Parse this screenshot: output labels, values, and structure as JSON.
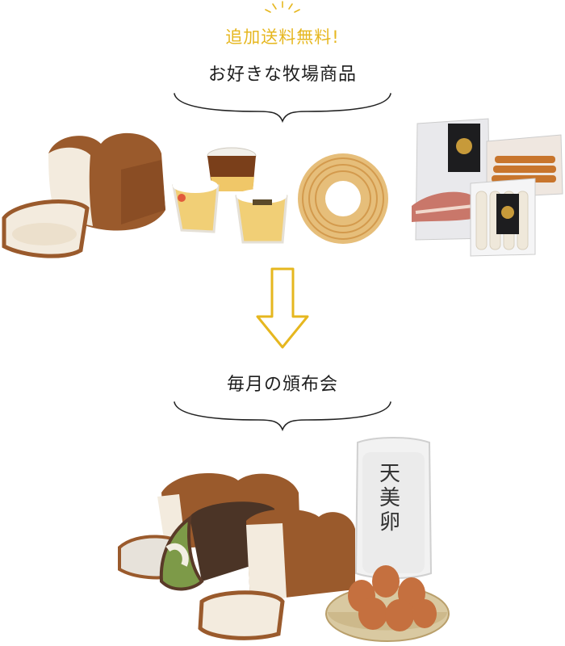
{
  "header": {
    "free_shipping": "追加送料無料!",
    "choice_label": "お好きな牧場商品"
  },
  "middle": {
    "subscription_label": "毎月の頒布会"
  },
  "egg_pack": {
    "brand": "天美卵"
  },
  "colors": {
    "accent": "#e6b71f",
    "text": "#1e1e1e",
    "bread_crust": "#9a5a2c",
    "bread_crumb": "#f3ebde",
    "matcha": "#7d9a48"
  },
  "icons": [
    "sparkle-icon",
    "brace-icon",
    "down-arrow-icon"
  ]
}
